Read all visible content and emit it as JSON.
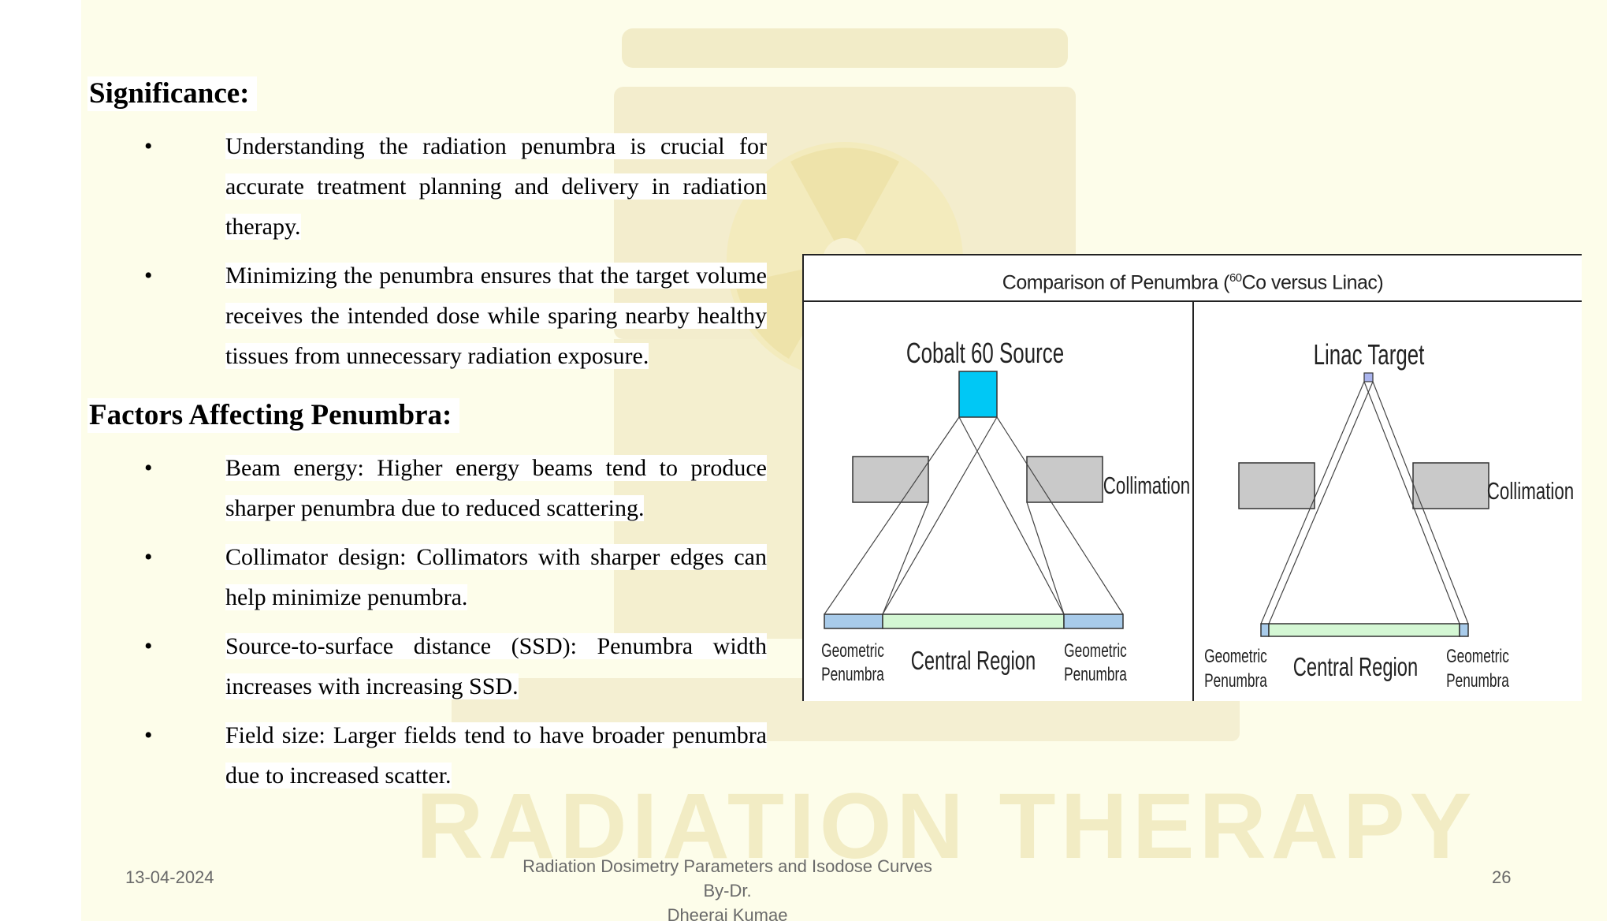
{
  "slide": {
    "significance": {
      "heading": "Significance:",
      "bullets": [
        "Understanding the radiation penumbra is crucial for accurate treatment planning and delivery in radiation therapy.",
        "Minimizing the penumbra ensures that the target volume receives the intended dose while sparing nearby healthy tissues from unnecessary radiation exposure."
      ]
    },
    "factors": {
      "heading": "Factors Affecting Penumbra:",
      "bullets": [
        "Beam energy: Higher energy beams tend to produce sharper penumbra due to reduced scattering.",
        "Collimator design: Collimators with sharper edges can help minimize penumbra.",
        "Source-to-surface distance (SSD): Penumbra width increases with increasing SSD.",
        "Field size: Larger fields tend to have broader penumbra due to increased scatter."
      ]
    },
    "bullet_symbol": "•"
  },
  "figure": {
    "title_pre": "Comparison of Penumbra (",
    "title_sup": "60",
    "title_post": "Co versus Linac)",
    "left_panel": {
      "source_label": "Cobalt 60 Source",
      "collimation_label": "Collimation",
      "central_label": "Central Region",
      "geo_left_line1": "Geometric",
      "geo_left_line2": "Penumbra",
      "geo_right_line1": "Geometric",
      "geo_right_line2": "Penumbra"
    },
    "right_panel": {
      "source_label": "Linac Target",
      "collimation_label": "Collimation",
      "central_label": "Central Region",
      "geo_left_line1": "Geometric",
      "geo_left_line2": "Penumbra",
      "geo_right_line1": "Geometric",
      "geo_right_line2": "Penumbra"
    },
    "colors": {
      "cobalt_source": "#00c8f5",
      "linac_target": "#aab4ee",
      "collimator": "#c9c9c9",
      "geometric_penumbra": "#a8cbea",
      "central_region": "#d4f7d4"
    }
  },
  "watermark": {
    "text": "RADIATION THERAPY"
  },
  "footer": {
    "date": "13-04-2024",
    "title_line1": "Radiation Dosimetry Parameters and Isodose Curves By-Dr.",
    "title_line2": "Dheeraj Kumae",
    "page_number": "26"
  }
}
